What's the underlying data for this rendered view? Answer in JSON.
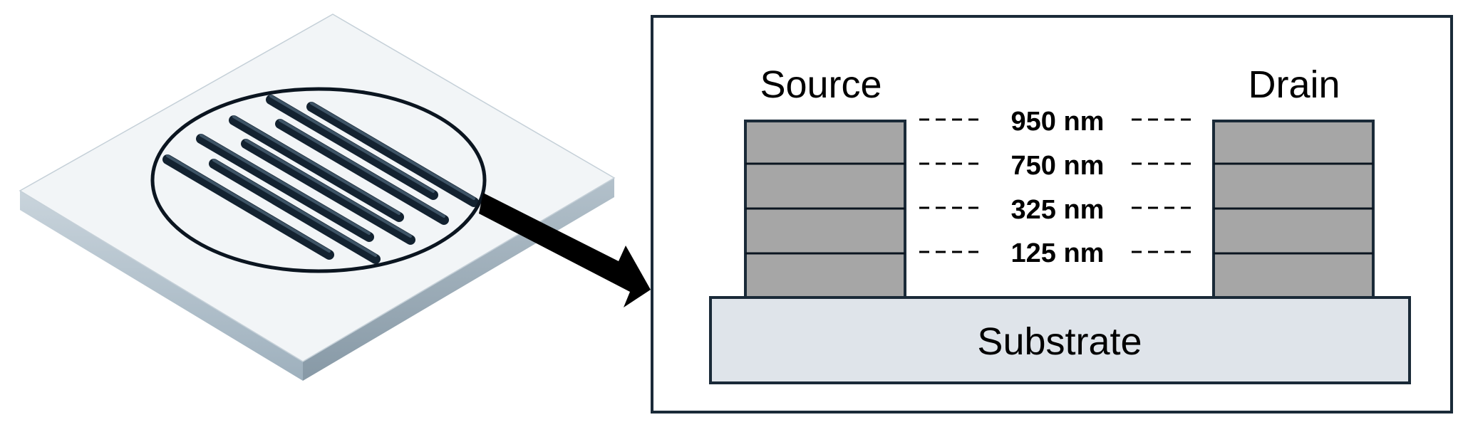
{
  "labels": {
    "source": "Source",
    "drain": "Drain",
    "substrate": "Substrate"
  },
  "levels": [
    {
      "label": "950 nm"
    },
    {
      "label": "750 nm"
    },
    {
      "label": "325 nm"
    },
    {
      "label": "125 nm"
    }
  ],
  "colors": {
    "electrode": "#a6a6a6",
    "substrate": "#dfe4ea",
    "chip_top": "#f2f5f7",
    "chip_side": "#b9c6cf",
    "chip_side_dark": "#8ea0ad",
    "outline": "#1a2a38",
    "line": "#0b1520"
  }
}
